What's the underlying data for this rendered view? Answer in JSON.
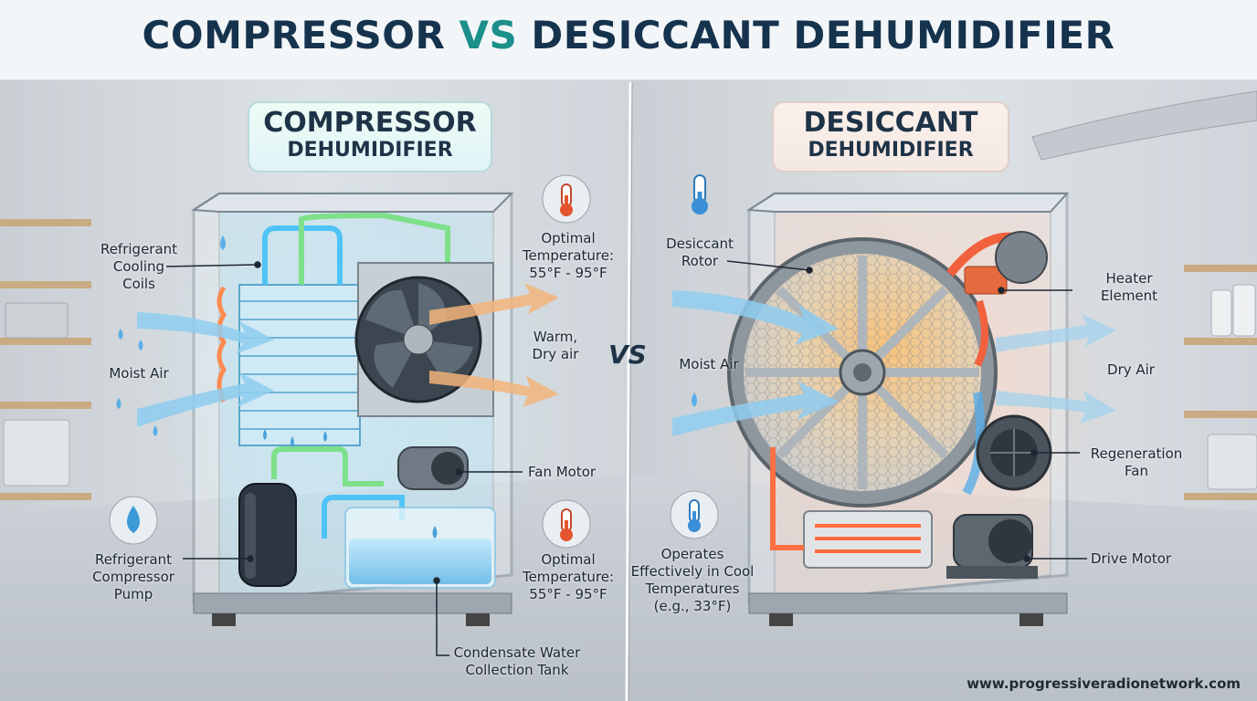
{
  "title": {
    "part1": "COMPRESSOR",
    "vs": "VS",
    "part2": "DESICCANT DEHUMIDIFIER"
  },
  "vs_mark": "VS",
  "compressor": {
    "heading_line1": "COMPRESSOR",
    "heading_line2": "DEHUMIDIFIER",
    "labels": {
      "coils": [
        "Refrigerant",
        "Cooling",
        "Coils"
      ],
      "moist_air": "Moist Air",
      "pump": [
        "Refrigerant",
        "Compressor",
        "Pump"
      ],
      "temp_top": [
        "Optimal",
        "Temperature:",
        "55°F - 95°F"
      ],
      "warm_dry_air": [
        "Warm,",
        "Dry air"
      ],
      "fan_motor": "Fan Motor",
      "temp_bottom": [
        "Optimal",
        "Temperature:",
        "55°F - 95°F"
      ],
      "tank": [
        "Condensate Water",
        "Collection Tank"
      ]
    }
  },
  "desiccant": {
    "heading_line1": "DESICCANT",
    "heading_line2": "DEHUMIDIFIER",
    "labels": {
      "rotor": [
        "Desiccant",
        "Rotor"
      ],
      "moist_air": "Moist Air",
      "cool_temps": [
        "Operates",
        "Effectively in Cool",
        "Temperatures",
        "(e.g., 33°F)"
      ],
      "heater": [
        "Heater",
        "Element"
      ],
      "dry_air": "Dry Air",
      "regen_fan": [
        "Regeneration",
        "Fan"
      ],
      "drive_motor": "Drive Motor"
    }
  },
  "website": "www.progressiveradionetwork.com",
  "colors": {
    "title_dark": "#16334d",
    "title_accent": "#1b8f8a",
    "compressor_glow": "#9fe3f5",
    "desiccant_glow": "#ffb08a",
    "cold_pipe": "#4fc3f7",
    "hot_pipe": "#ff7043",
    "air_arrow_blue": "#7cc4ec",
    "air_arrow_warm": "#f0b878"
  },
  "icons": [
    "thermometer-icon",
    "water-drop-icon",
    "fan-icon",
    "motor-icon"
  ]
}
